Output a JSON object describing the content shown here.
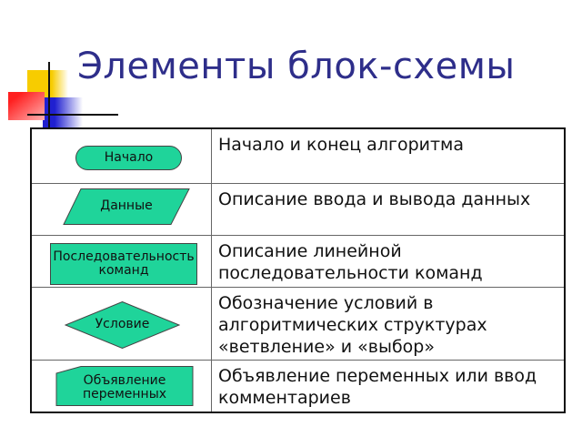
{
  "title": "Элементы блок-схемы",
  "colors": {
    "title": "#2e2e8a",
    "shape_fill": "#1fd49a"
  },
  "rows": [
    {
      "shape_type": "terminal",
      "shape_label": "Начало",
      "description": "Начало и конец алгоритма"
    },
    {
      "shape_type": "parallelogram",
      "shape_label": "Данные",
      "description": "Описание ввода и вывода данных"
    },
    {
      "shape_type": "rectangle",
      "shape_label": "Последовательность команд",
      "description": "Описание линейной последовательности команд"
    },
    {
      "shape_type": "diamond",
      "shape_label": "Условие",
      "description": "Обозначение условий в алгоритмических структурах «ветвление» и «выбор»"
    },
    {
      "shape_type": "cut-corner-rectangle",
      "shape_label": "Объявление переменных",
      "description": "Объявление переменных или ввод комментариев"
    }
  ]
}
